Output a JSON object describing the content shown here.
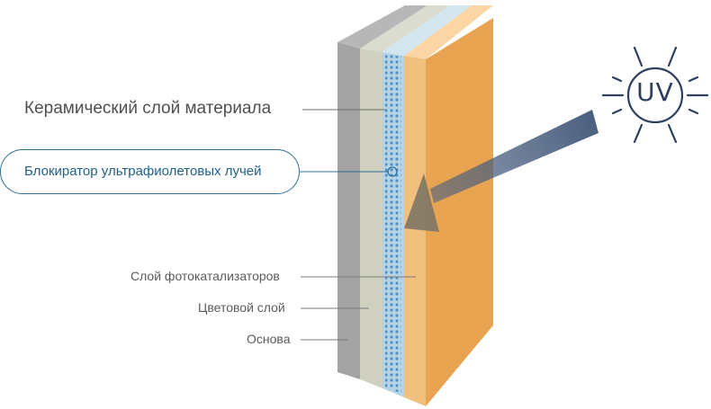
{
  "labels": {
    "ceramic": "Керамический слой материала",
    "uv_blocker": "Блокиратор ультрафиолетовых лучей",
    "photocatalyst": "Слой фотокатализаторов",
    "color": "Цветовой слой",
    "base": "Основа"
  },
  "sun": {
    "text": "UV"
  },
  "colors": {
    "base_layer": "#a3a3a3",
    "color_layer": "#cfd0c0",
    "blocker_layer": "#b6d3e6",
    "blocker_dots": "#4a90c4",
    "photocatalyst_layer": "#f2c07e",
    "ceramic_layer": "#e8a451",
    "uv_arrow": "#3f5677",
    "uv_outline": "#2d3f5e",
    "pill_border": "#2f6f96"
  }
}
